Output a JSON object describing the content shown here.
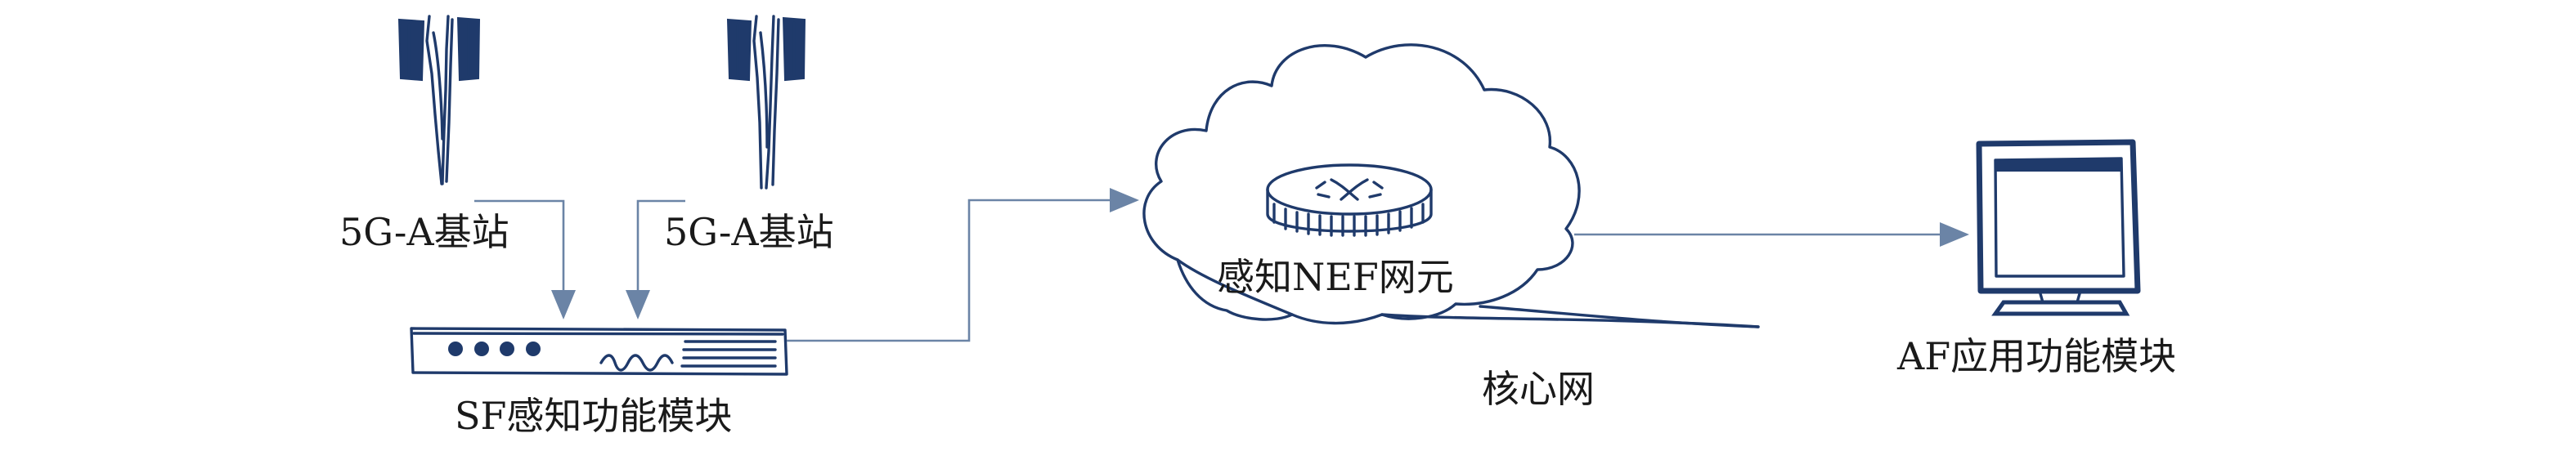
{
  "nodes": {
    "bs_left": {
      "label": "5G-A基站",
      "icon": "cell-tower-icon"
    },
    "bs_right": {
      "label": "5G-A基站",
      "icon": "cell-tower-icon"
    },
    "sf_module": {
      "label": "SF感知功能模块",
      "icon": "network-device-icon"
    },
    "nef": {
      "label": "感知NEF网元",
      "icon": "router-icon"
    },
    "core": {
      "label": "核心网",
      "icon": "cloud-icon"
    },
    "af_module": {
      "label": "AF应用功能模块",
      "icon": "monitor-icon"
    }
  },
  "colors": {
    "sketch": "#1f3a6b",
    "connector": "#6b84a6",
    "text": "#1a1a1a"
  }
}
